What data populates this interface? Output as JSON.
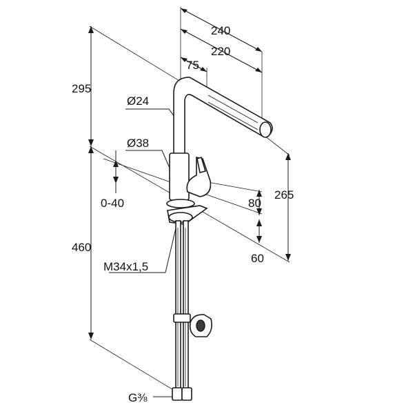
{
  "dimensions": {
    "width_240": "240",
    "width_220": "220",
    "width_75": "75",
    "height_295": "295",
    "dia_24": "Ø24",
    "dia_38": "Ø38",
    "range_0_40": "0-40",
    "height_80": "80",
    "height_265": "265",
    "height_460": "460",
    "height_60": "60",
    "thread_m34": "M34x1,5",
    "thread_g38": "G⅜"
  },
  "colors": {
    "line": "#1a1a1a",
    "background": "#ffffff"
  }
}
